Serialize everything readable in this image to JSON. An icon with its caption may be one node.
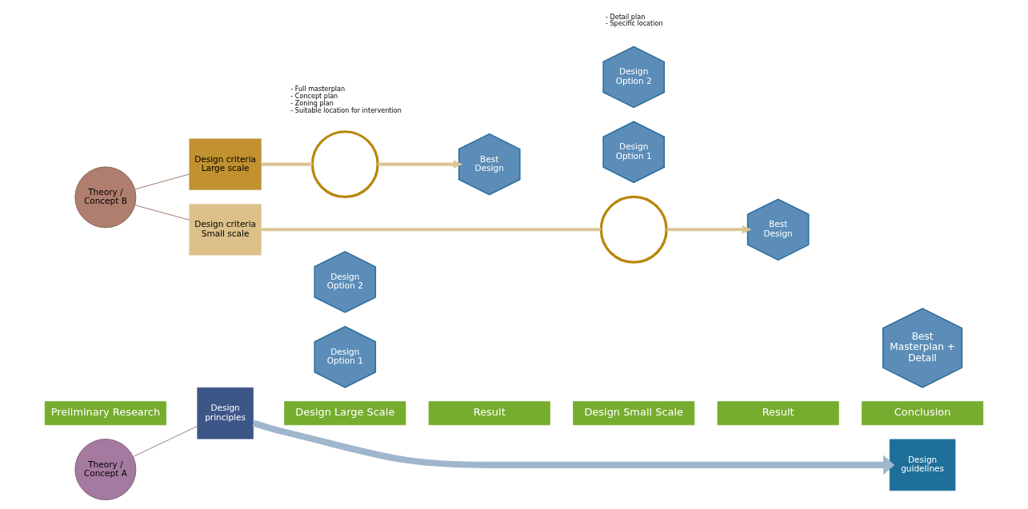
{
  "diagram": {
    "nodes": [
      {
        "text": [
          "Preliminary Research"
        ]
      },
      {
        "text": [
          "Design Large Scale"
        ]
      },
      {
        "text": [
          "Result"
        ]
      },
      {
        "text": [
          "Design Small Scale"
        ]
      },
      {
        "text": [
          "Result"
        ]
      },
      {
        "text": [
          "Conclusion"
        ]
      },
      {
        "text": [
          "Theory / Concept A"
        ]
      },
      {
        "text": [
          "Design principles"
        ]
      },
      {
        "text": [
          "Design Option 1"
        ]
      },
      {
        "text": [
          "Design Option 2"
        ]
      },
      {
        "text": [
          "Best Design"
        ]
      },
      {
        "text": [
          "Design Option 1"
        ]
      },
      {
        "text": [
          "Design Option 2"
        ]
      },
      {
        "text": [
          "Best Design"
        ]
      },
      {
        "text": [
          "Best Masterplan + Detail"
        ]
      },
      {
        "text": [
          "Design guidelines"
        ]
      },
      {
        "text": [
          "Theory / Concept B"
        ]
      },
      {
        "text": [
          "Design criteria Large scale"
        ]
      },
      {
        "text": [
          "Design criteria Small scale"
        ]
      },
      {
        "text": [],
        "shape": "circle"
      },
      {
        "text": [],
        "shape": "circle"
      }
    ],
    "edges": [
      {
        "from": 6,
        "to": 7,
        "arrow": "none",
        "color": "#8b5a6e"
      },
      {
        "from": 7,
        "to": 15,
        "arrow": "to",
        "style": "thick",
        "color": "#9fb6cc"
      },
      {
        "from": 19,
        "to": 10,
        "arrow": "to"
      },
      {
        "from": 17,
        "to": 19,
        "arrow": "none"
      },
      {
        "from": 20,
        "to": 13,
        "arrow": "to"
      },
      {
        "from": 18,
        "to": 20,
        "arrow": "none"
      },
      {
        "from": 16,
        "to": 17,
        "arrow": "none",
        "color": "#8b5a4a"
      },
      {
        "from": 16,
        "to": 18,
        "arrow": "none",
        "color": "#8b5a4a"
      }
    ],
    "labels": [
      "- Full masterplan",
      "- Concept plan",
      "- Zoning plan",
      "- Suitable location for intervention",
      "- Detail plan",
      "- Specific location"
    ]
  }
}
